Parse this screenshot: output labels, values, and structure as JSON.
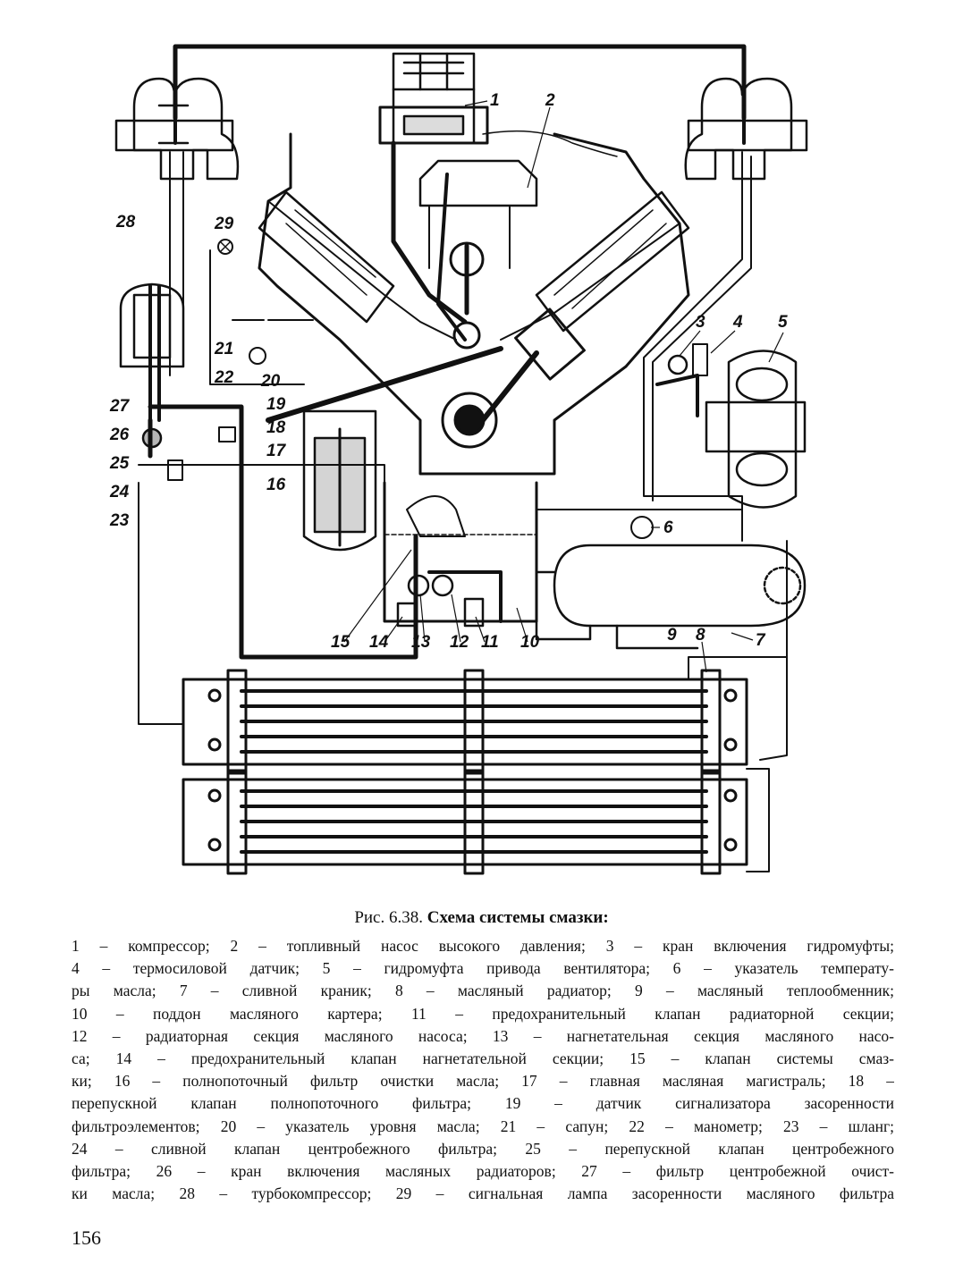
{
  "figure": {
    "callouts": [
      "1",
      "2",
      "3",
      "4",
      "5",
      "6",
      "7",
      "8",
      "9",
      "10",
      "11",
      "12",
      "13",
      "14",
      "15",
      "16",
      "17",
      "18",
      "19",
      "20",
      "21",
      "22",
      "23",
      "24",
      "25",
      "26",
      "27",
      "28",
      "29"
    ]
  },
  "caption": {
    "prefix": "Рис. 6.38.",
    "title": "Схема системы смазки:",
    "lines": [
      "1 – компрессор; 2 – топливный насос высокого давления; 3 – кран включения гидромуфты;",
      "4 – термосиловой датчик; 5 – гидромуфта привода вентилятора; 6 – указатель температу-",
      "ры масла; 7 – сливной краник; 8 – масляный радиатор; 9 – масляный теплообменник;",
      "10 – поддон масляного картера; 11 – предохранительный клапан радиаторной секции;",
      "12 – радиаторная секция масляного насоса; 13 – нагнетательная секция масляного насо-",
      "са; 14 – предохранительный клапан нагнетательной секции; 15 – клапан системы смаз-",
      "ки; 16 – полнопоточный фильтр очистки масла; 17 – главная масляная магистраль; 18 –",
      "перепускной клапан полнопоточного фильтра; 19 – датчик сигнализатора засоренности",
      "фильтроэлементов; 20 – указатель уровня масла; 21 – сапун; 22 – манометр; 23 – шланг;",
      "24 – сливной клапан центробежного фильтра; 25 – перепускной клапан центробежного",
      "фильтра; 26 – кран включения масляных радиаторов; 27 – фильтр центробежной очист-",
      "ки масла; 28 – турбокомпрессор; 29 – сигнальная лампа засоренности масляного фильтра"
    ]
  },
  "page_number": "156"
}
